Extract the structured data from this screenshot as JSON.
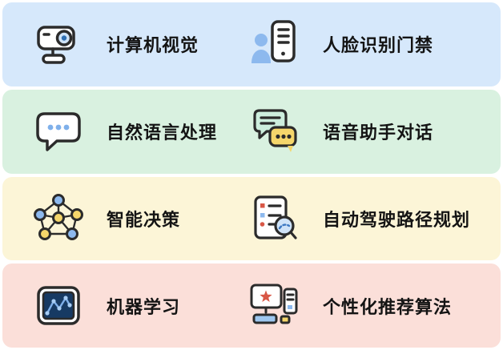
{
  "palette": {
    "outline": "#2b2b2b",
    "blue_accent": "#8db9ee",
    "light_blue_fill": "#cfe3f8",
    "yellow_accent": "#f5d66b",
    "red_accent": "#d85746",
    "green_fill": "#cdeedd",
    "dark_screen": "#173a63"
  },
  "rows": [
    {
      "bg": "#d6e8fb",
      "left": {
        "icon": "cctv-camera-icon",
        "label": "计算机视觉"
      },
      "right": {
        "icon": "face-id-phone-icon",
        "label": "人脸识别门禁"
      }
    },
    {
      "bg": "#d9f1e0",
      "left": {
        "icon": "speech-bubble-icon",
        "label": "自然语言处理"
      },
      "right": {
        "icon": "chat-bubbles-icon",
        "label": "语音助手对话"
      }
    },
    {
      "bg": "#fcf5d7",
      "left": {
        "icon": "network-graph-icon",
        "label": "智能决策"
      },
      "right": {
        "icon": "route-plan-magnifier-icon",
        "label": "自动驾驶路径规划"
      }
    },
    {
      "bg": "#fbdfd9",
      "left": {
        "icon": "ml-tablet-icon",
        "label": "机器学习"
      },
      "right": {
        "icon": "recommendation-computer-icon",
        "label": "个性化推荐算法"
      }
    }
  ]
}
